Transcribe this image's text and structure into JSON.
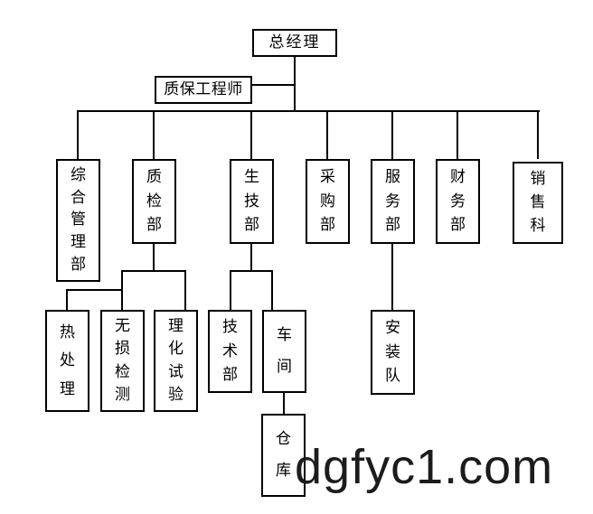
{
  "diagram": {
    "type": "org-chart",
    "watermark": "dgfyc1.com",
    "nodes": [
      {
        "id": "general-manager",
        "label": "总经理",
        "parent": null
      },
      {
        "id": "qa-engineer",
        "label": "质保工程师",
        "parent": "general-manager"
      },
      {
        "id": "general-management",
        "label": "综合管理部",
        "parent": "general-manager"
      },
      {
        "id": "quality-inspection",
        "label": "质检部",
        "parent": "general-manager"
      },
      {
        "id": "production-tech",
        "label": "生技部",
        "parent": "general-manager"
      },
      {
        "id": "purchasing",
        "label": "采购部",
        "parent": "general-manager"
      },
      {
        "id": "service",
        "label": "服务部",
        "parent": "general-manager"
      },
      {
        "id": "finance",
        "label": "财务部",
        "parent": "general-manager"
      },
      {
        "id": "sales",
        "label": "销售科",
        "parent": "general-manager"
      },
      {
        "id": "heat-treatment",
        "label": "热处理",
        "parent": "quality-inspection"
      },
      {
        "id": "ndt",
        "label": "无损检测",
        "parent": "quality-inspection"
      },
      {
        "id": "physchem-test",
        "label": "理化试验",
        "parent": "quality-inspection"
      },
      {
        "id": "technical",
        "label": "技术部",
        "parent": "production-tech"
      },
      {
        "id": "workshop",
        "label": "车间",
        "parent": "production-tech"
      },
      {
        "id": "installation-team",
        "label": "安装队",
        "parent": "service"
      },
      {
        "id": "warehouse",
        "label": "仓库",
        "parent": "workshop"
      }
    ]
  }
}
